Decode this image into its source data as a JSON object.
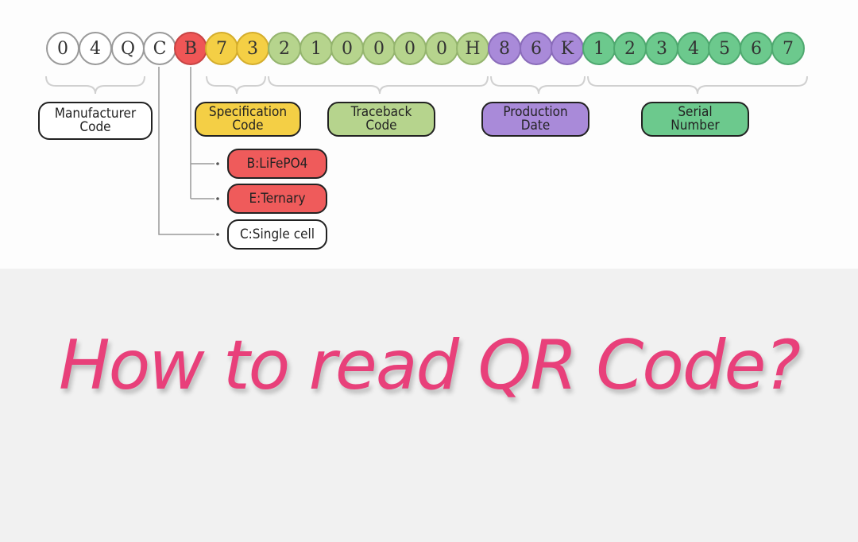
{
  "code_characters": [
    {
      "char": "0",
      "color": "white"
    },
    {
      "char": "4",
      "color": "white"
    },
    {
      "char": "Q",
      "color": "white"
    },
    {
      "char": "C",
      "color": "white"
    },
    {
      "char": "B",
      "color": "red"
    },
    {
      "char": "7",
      "color": "yellow"
    },
    {
      "char": "3",
      "color": "yellow"
    },
    {
      "char": "2",
      "color": "lgreen"
    },
    {
      "char": "1",
      "color": "lgreen"
    },
    {
      "char": "0",
      "color": "lgreen"
    },
    {
      "char": "0",
      "color": "lgreen"
    },
    {
      "char": "0",
      "color": "lgreen"
    },
    {
      "char": "0",
      "color": "lgreen"
    },
    {
      "char": "H",
      "color": "lgreen"
    },
    {
      "char": "8",
      "color": "purple"
    },
    {
      "char": "6",
      "color": "purple"
    },
    {
      "char": "K",
      "color": "purple"
    },
    {
      "char": "1",
      "color": "green"
    },
    {
      "char": "2",
      "color": "green"
    },
    {
      "char": "3",
      "color": "green"
    },
    {
      "char": "4",
      "color": "green"
    },
    {
      "char": "5",
      "color": "green"
    },
    {
      "char": "6",
      "color": "green"
    },
    {
      "char": "7",
      "color": "green"
    }
  ],
  "segments": {
    "manufacturer": "Manufacturer\nCode",
    "specification": "Specification\nCode",
    "traceback": "Traceback\nCode",
    "production_date": "Production\nDate",
    "serial_number": "Serial\nNumber"
  },
  "cell_type_options": {
    "lifepo4": "B:LiFePO4",
    "ternary": "E:Ternary",
    "single_cell": "C:Single cell"
  },
  "headline": "How to read QR Code?",
  "colors": {
    "red": "#ef5656",
    "yellow": "#f4cf45",
    "light_green": "#b6d48d",
    "purple": "#a98ad9",
    "green": "#6cc98d",
    "headline": "#e8407a"
  }
}
